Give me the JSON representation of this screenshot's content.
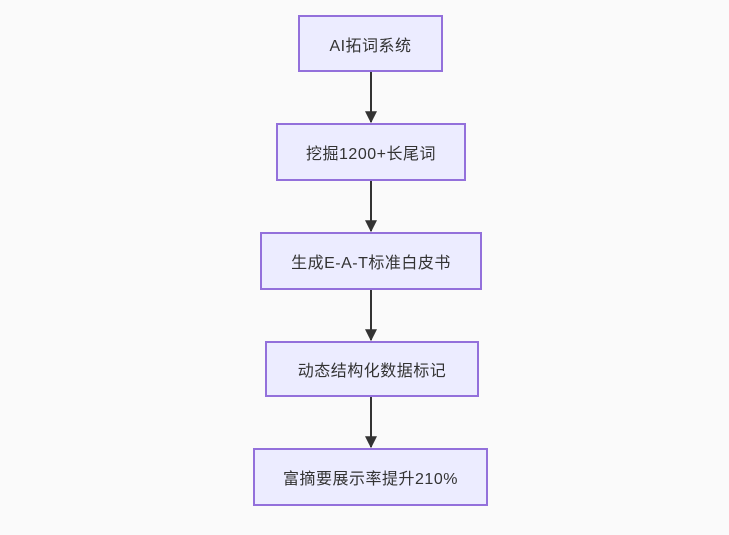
{
  "diagram": {
    "type": "flowchart",
    "direction": "top-down",
    "nodes": [
      {
        "id": "n1",
        "label": "AI拓词系统"
      },
      {
        "id": "n2",
        "label": "挖掘1200+长尾词"
      },
      {
        "id": "n3",
        "label": "生成E-A-T标准白皮书"
      },
      {
        "id": "n4",
        "label": "动态结构化数据标记"
      },
      {
        "id": "n5",
        "label": "富摘要展示率提升210%"
      }
    ],
    "edges": [
      {
        "from": "n1",
        "to": "n2"
      },
      {
        "from": "n2",
        "to": "n3"
      },
      {
        "from": "n3",
        "to": "n4"
      },
      {
        "from": "n4",
        "to": "n5"
      }
    ],
    "colors": {
      "node_fill": "#ececff",
      "node_border": "#9370db",
      "edge_stroke": "#333333",
      "text": "#333333",
      "background": "#fafafa"
    }
  }
}
